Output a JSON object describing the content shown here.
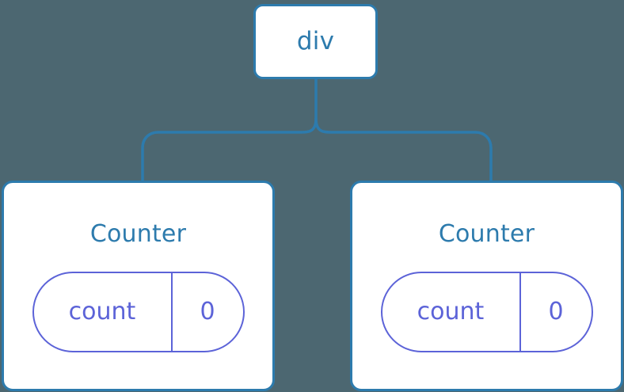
{
  "diagram": {
    "type": "component-tree",
    "background_color": "#4c6771",
    "node_fill": "#ffffff",
    "node_border_color": "#2d7bad",
    "node_label_color": "#2d7bad",
    "state_accent_color": "#5c63d8",
    "connector_color": "#2d7bad",
    "root": {
      "label": "div"
    },
    "children": [
      {
        "label": "Counter",
        "state": {
          "key": "count",
          "value": "0"
        }
      },
      {
        "label": "Counter",
        "state": {
          "key": "count",
          "value": "0"
        }
      }
    ]
  }
}
